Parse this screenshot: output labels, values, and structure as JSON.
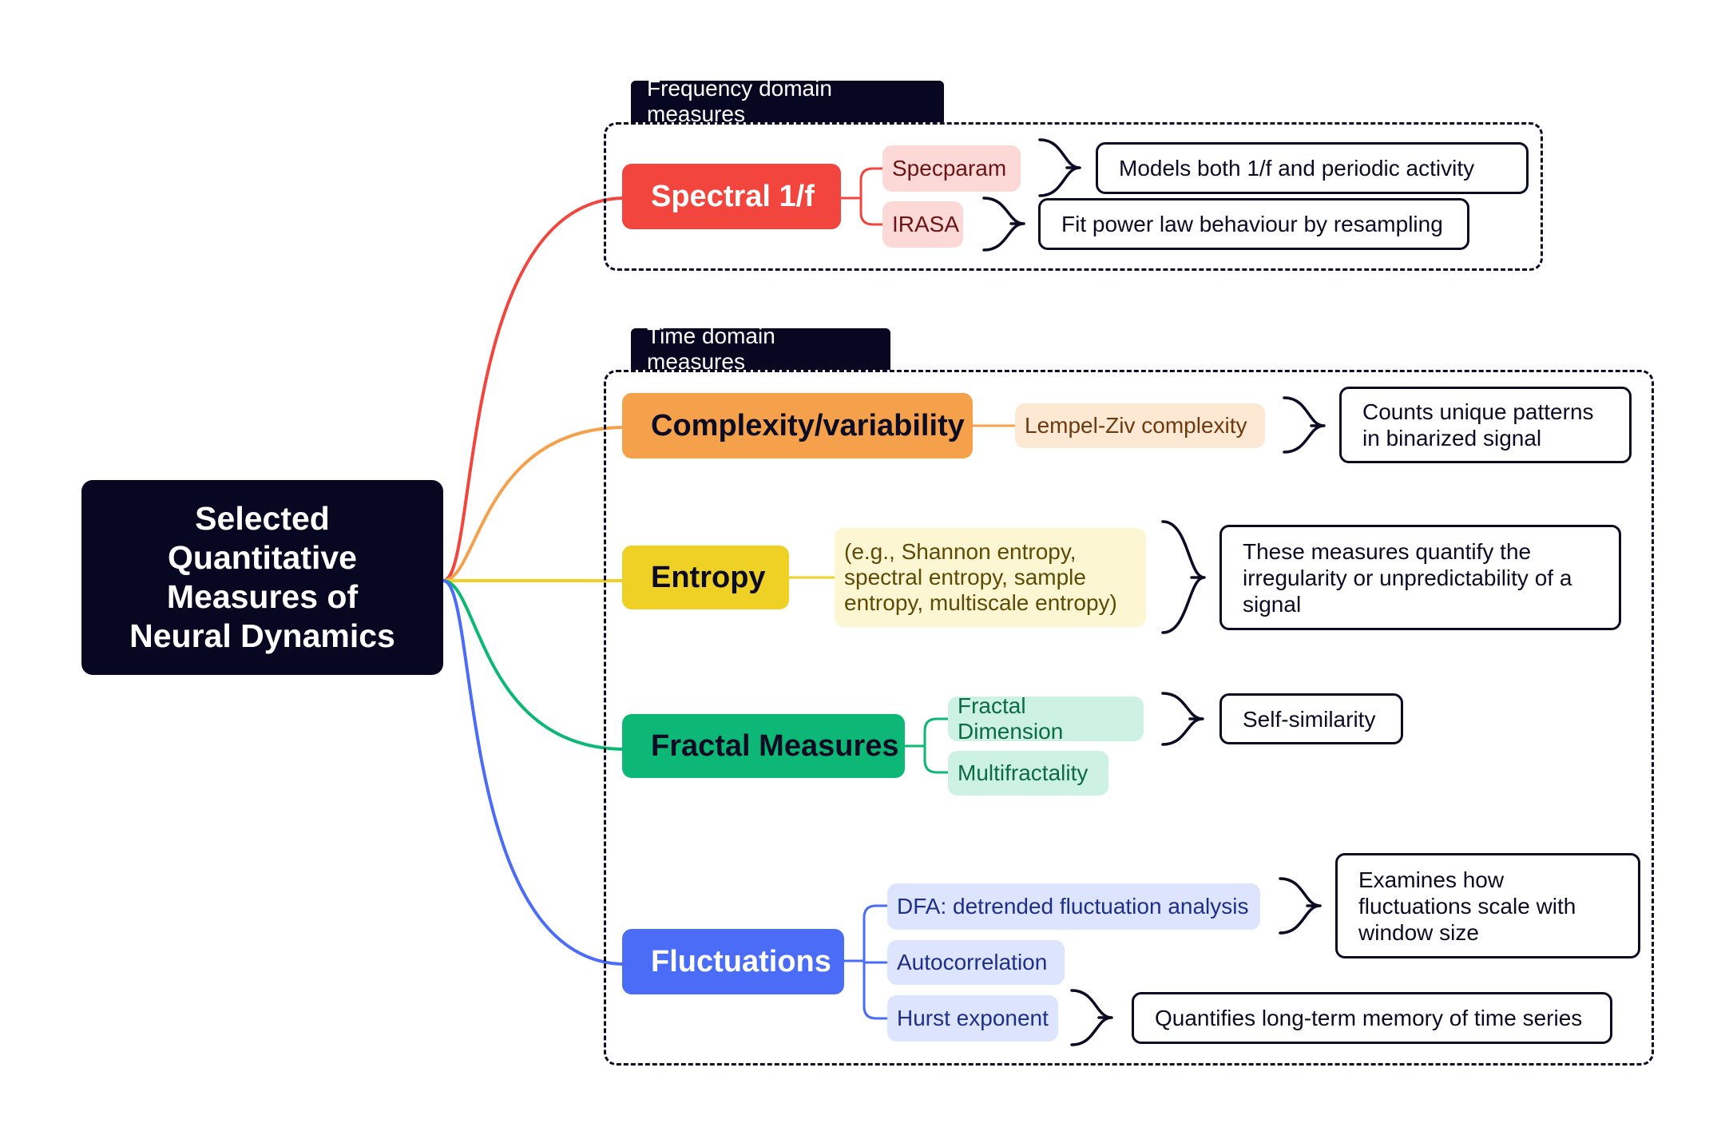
{
  "root": {
    "title": "Selected Quantitative Measures of Neural Dynamics"
  },
  "groups": {
    "frequency": {
      "label": "Frequency domain measures"
    },
    "time": {
      "label": "Time domain measures"
    }
  },
  "branches": {
    "spectral": {
      "label": "Spectral 1/f",
      "color": "#f1453d",
      "children": [
        "Specparam",
        "IRASA"
      ],
      "descriptions": [
        "Models both 1/f and periodic  activity",
        "Fit power law behaviour by resampling"
      ]
    },
    "complexity": {
      "label": "Complexity/variability",
      "color": "#f5a04a",
      "children": [
        "Lempel-Ziv complexity"
      ],
      "descriptions": [
        "Counts unique patterns in binarized signal"
      ]
    },
    "entropy": {
      "label": "Entropy",
      "color": "#efd126",
      "children": [
        "(e.g., Shannon entropy, spectral entropy, sample entropy, multiscale entropy)"
      ],
      "descriptions": [
        "These measures quantify the irregularity or unpredictability of a signal"
      ]
    },
    "fractal": {
      "label": "Fractal Measures",
      "color": "#0db776",
      "children": [
        "Fractal Dimension",
        "Multifractality"
      ],
      "descriptions": [
        "Self-similarity"
      ]
    },
    "fluctuations": {
      "label": "Fluctuations",
      "color": "#4a6cf7",
      "children": [
        "DFA: detrended fluctuation analysis",
        "Autocorrelation",
        "Hurst exponent"
      ],
      "descriptions": [
        "Examines how fluctuations scale with window size",
        "Quantifies long-term memory of time series"
      ]
    }
  },
  "colors": {
    "dark": "#070722",
    "spectral_sub_bg": "#fcd9d7",
    "spectral_sub_text": "#6b1414",
    "complexity_sub_bg": "#fde9d3",
    "complexity_sub_text": "#6d3a0e",
    "entropy_sub_bg": "#fdf6d2",
    "entropy_sub_text": "#5c4a05",
    "fractal_sub_bg": "#cdf1e2",
    "fractal_sub_text": "#0a6b45",
    "fluct_sub_bg": "#dde4fd",
    "fluct_sub_text": "#1e2f8a"
  }
}
